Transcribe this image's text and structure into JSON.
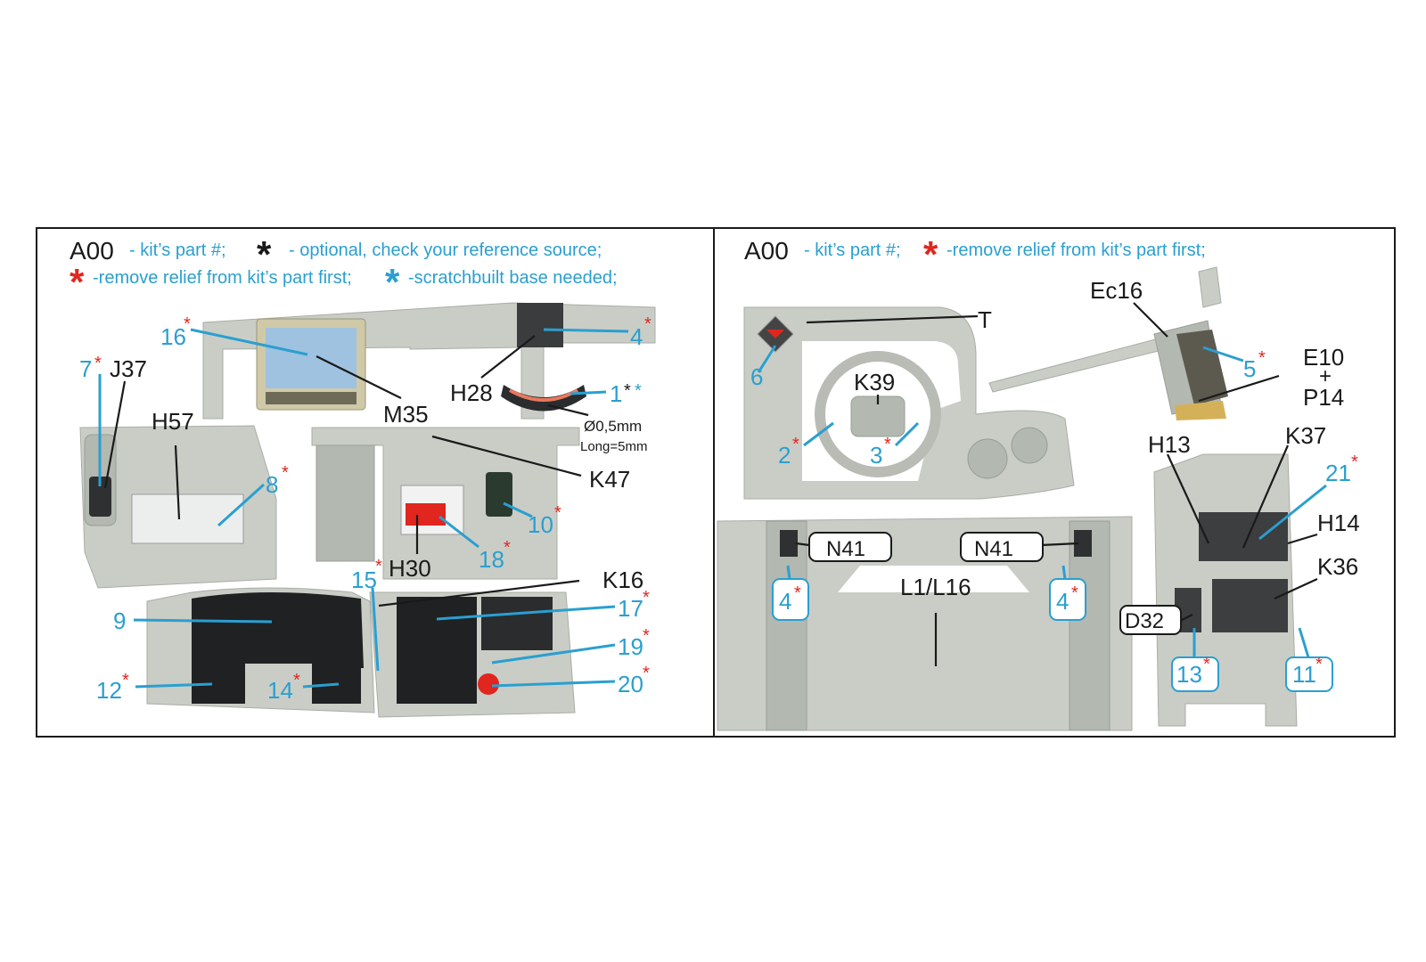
{
  "legend_left": {
    "line1": {
      "code": "A00",
      "text1": "- kit’s part #;",
      "star": "*",
      "text2": "- optional, check your reference source;"
    },
    "line2": {
      "star_red": "*",
      "text1": "-remove relief from kit’s part first;",
      "star_blue": "*",
      "text2": "-scratchbuilt base needed;"
    }
  },
  "legend_right": {
    "code": "A00",
    "text1": "- kit’s part #;",
    "star": "*",
    "text2": "-remove relief from kit’s part first;"
  },
  "colors": {
    "blue": "#2a9fd0",
    "red": "#e0261e",
    "black": "#1a1a1a"
  },
  "left_parts": {
    "n16": "16",
    "n4": "4",
    "n7": "7",
    "n1": "1",
    "n8": "8",
    "n10": "10",
    "n18": "18",
    "n15": "15",
    "n17": "17",
    "n19": "19",
    "n20": "20",
    "n9": "9",
    "n12": "12",
    "n14": "14",
    "J37": "J37",
    "H57": "H57",
    "H28": "H28",
    "M35": "M35",
    "K47": "K47",
    "H30": "H30",
    "K16": "K16",
    "dia": "Ø0,5mm",
    "long": "Long=5mm",
    "star": "*"
  },
  "right_parts": {
    "T": "T",
    "Ec16": "Ec16",
    "n5": "5",
    "E10": "E10",
    "plus": "+",
    "P14": "P14",
    "n6": "6",
    "K39": "K39",
    "n2": "2",
    "n3": "3",
    "H13": "H13",
    "K37": "K37",
    "n21": "21",
    "H14": "H14",
    "K36": "K36",
    "N41a": "N41",
    "N41b": "N41",
    "n4a": "4",
    "n4b": "4",
    "L1L16": "L1/L16",
    "D32": "D32",
    "n13": "13",
    "n11": "11",
    "star": "*"
  }
}
